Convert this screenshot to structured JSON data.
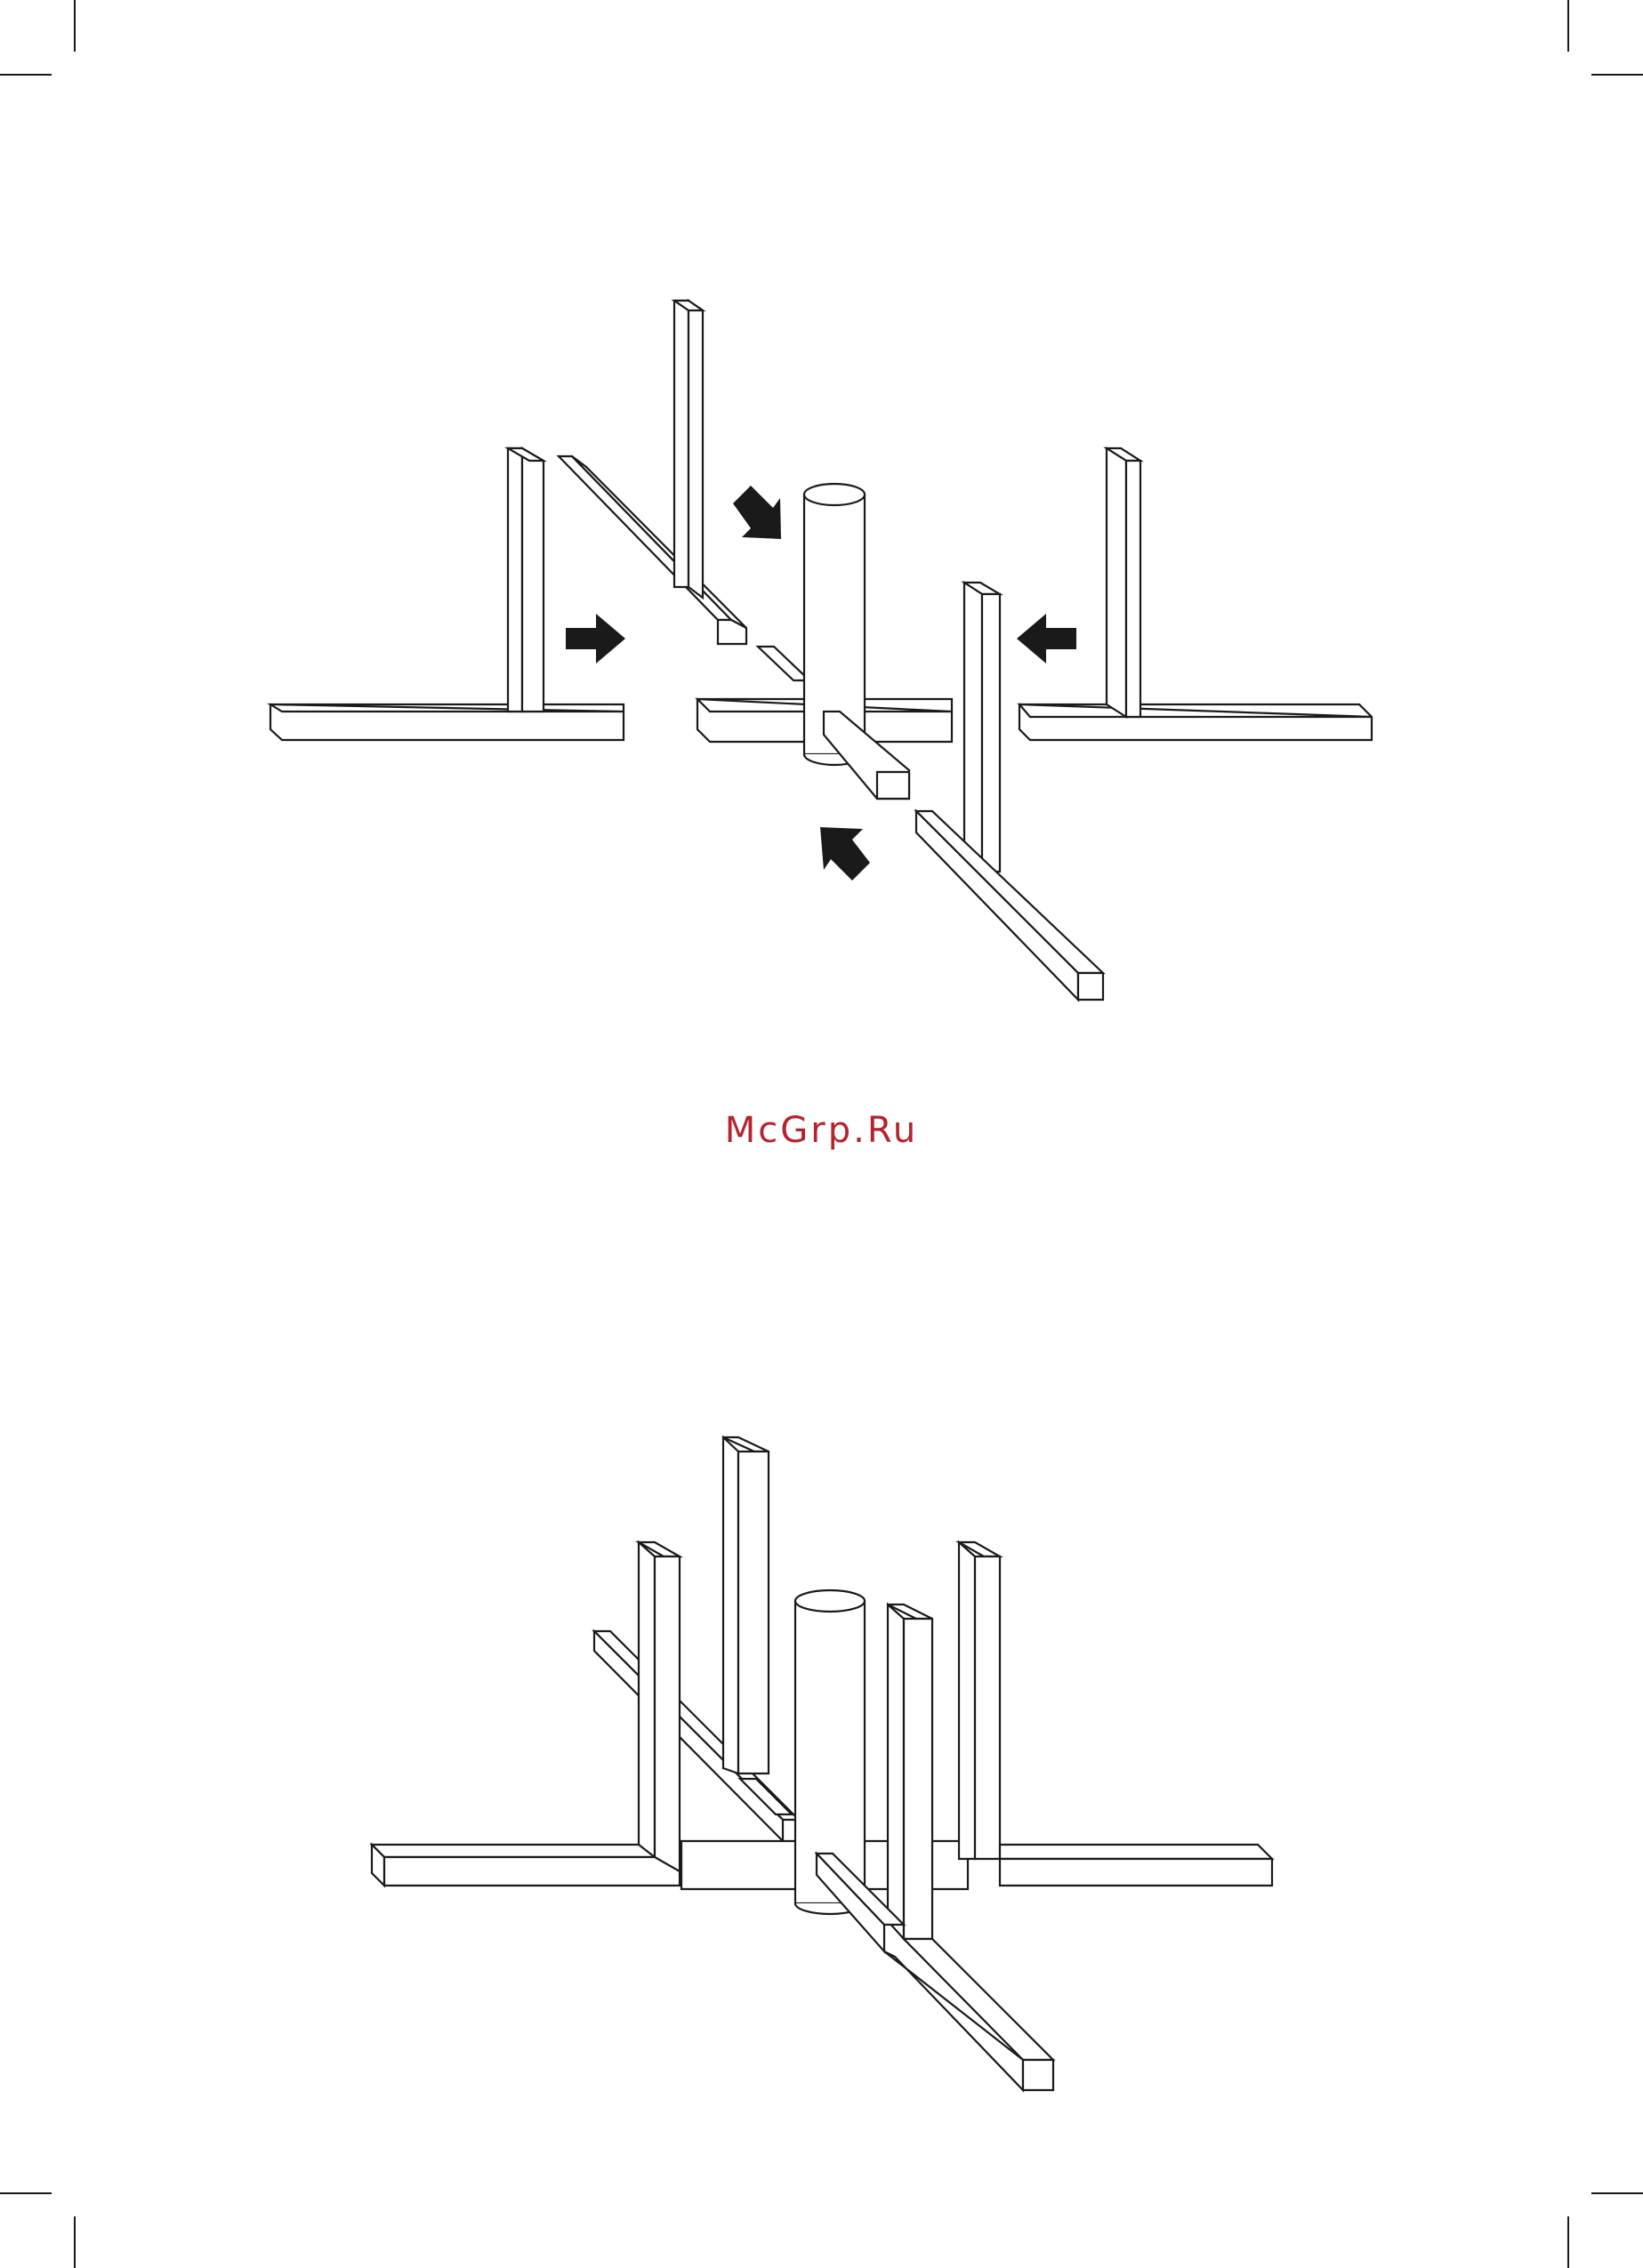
{
  "watermark": {
    "text": "McGrp.Ru",
    "color": "#b5232d"
  },
  "colors": {
    "ink": "#1a1a1a",
    "paper": "#ffffff"
  },
  "figures": [
    {
      "step": "exploded",
      "arrows": 4
    },
    {
      "step": "assembled"
    }
  ]
}
